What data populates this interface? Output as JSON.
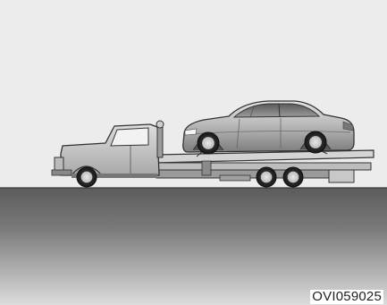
{
  "figure": {
    "code": "OVI059025",
    "colors": {
      "sky": "#ececec",
      "ground_top": "#6a6a6a",
      "ground_bottom": "#d8d8d8",
      "vehicle_dark": "#444444",
      "vehicle_mid": "#9a9a9a",
      "vehicle_light": "#d6d6d6"
    },
    "objects": [
      "tow-truck-flatbed",
      "sedan-car",
      "ground-road"
    ]
  }
}
